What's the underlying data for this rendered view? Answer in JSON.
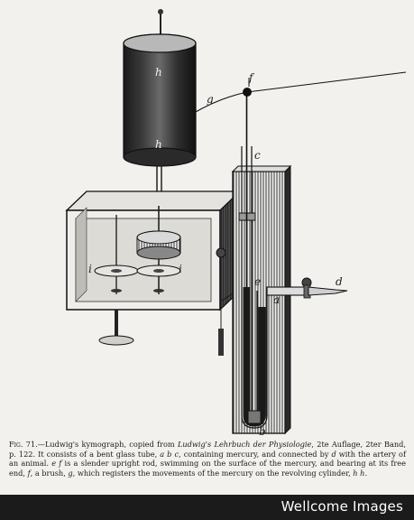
{
  "figure": {
    "labels": {
      "h_upper": "h",
      "h_lower": "h",
      "f": "f",
      "g": "g",
      "c": "c",
      "e": "e",
      "a": "a",
      "b": "b",
      "d": "d",
      "i_left": "i",
      "i_right": "i"
    }
  },
  "caption": {
    "fig_label": "Fig. 71.",
    "part1": "—Ludwig's kymograph, copied from ",
    "book": "Ludwig's Lehrbuch der Physiologie",
    "part2": ", 2te Auflage, 2ter Band, p. 122. It consists of a bent glass tube, ",
    "abc": "a b c",
    "part3": ", containing mercury, and connected by ",
    "d": "d",
    "part4": " with the artery of an animal. ",
    "ef": "e f",
    "part5": " is a slender upright rod, swimming on the surface of the mercury, and bearing at its free end, ",
    "f": "f",
    "part6": ", a brush, ",
    "g": "g",
    "part7": ", which registers the movements of the mercury on the revolving cylinder, ",
    "hh": "h h",
    "part8": "."
  },
  "footer": {
    "brand": "Wellcome Images"
  }
}
